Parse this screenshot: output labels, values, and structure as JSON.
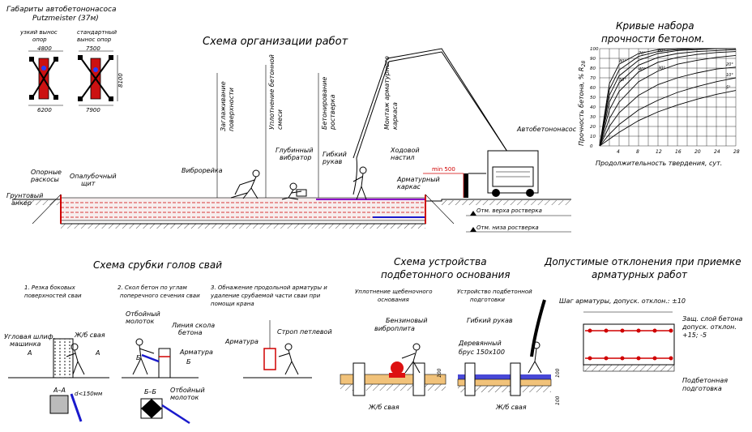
{
  "dimensions": {
    "title": "Габариты автобетононасоса",
    "model": "Putzmeister (37м)",
    "narrow_label": [
      "узкий вынос",
      "опор"
    ],
    "standard_label": [
      "стандартный",
      "вынос опор"
    ],
    "n_top": "4800",
    "n_bottom": "6200",
    "s_top": "7500",
    "s_bottom": "7900",
    "s_side": "8100"
  },
  "main": {
    "title": "Схема организации работ",
    "vertical_labels": [
      [
        "Заглаживание",
        "поверхности"
      ],
      [
        "Уплотнение бетонной",
        "смеси"
      ],
      [
        "Бетонирование",
        "ростверка"
      ],
      [
        "Монтаж арматурного",
        "каркаса"
      ]
    ],
    "vibro": "Виброрейка",
    "deep": [
      "Глубинный",
      "вибратор"
    ],
    "hose": [
      "Гибкий",
      "рукав"
    ],
    "walk": [
      "Ходовой",
      "настил"
    ],
    "rebar": [
      "Арматурный",
      "каркас"
    ],
    "pump": "Автобетононасос",
    "min": "min 500",
    "braces": [
      "Опорные",
      "раскосы"
    ],
    "shield": [
      "Опалубочный",
      "щит"
    ],
    "anchor": [
      "Грунтовый",
      "анкер"
    ],
    "top_mark": "Отм. верха ростверка",
    "bottom_mark": "Отм. низа ростверка"
  },
  "curves": {
    "title": [
      "Кривые набора",
      "прочности бетоном."
    ],
    "ylabel": "Прочность бетона, % R",
    "ylabel_sub": "28",
    "xlabel": "Продолжительность твердения, сут.",
    "x_ticks": [
      "4",
      "8",
      "12",
      "16",
      "20",
      "24",
      "28"
    ],
    "y_ticks": [
      "0",
      "10",
      "20",
      "30",
      "40",
      "50",
      "60",
      "70",
      "80",
      "90",
      "100"
    ],
    "temps": [
      "20°",
      "10°",
      "5°",
      "30°",
      "40°",
      "50°",
      "60°",
      "70°",
      "80°"
    ]
  },
  "chart_data": {
    "type": "line",
    "title": "Кривые набора прочности бетоном.",
    "xlabel": "Продолжительность твердения, сут.",
    "ylabel": "Прочность бетона, % R28",
    "xlim": [
      0,
      28
    ],
    "ylim": [
      0,
      100
    ],
    "grid": true,
    "x": [
      0,
      2,
      4,
      8,
      12,
      16,
      20,
      24,
      28
    ],
    "series": [
      {
        "name": "80°",
        "values": [
          0,
          64,
          84,
          95,
          99,
          100,
          100,
          100,
          100
        ]
      },
      {
        "name": "70°",
        "values": [
          0,
          58,
          78,
          92,
          97,
          99,
          100,
          100,
          100
        ]
      },
      {
        "name": "60°",
        "values": [
          0,
          52,
          72,
          88,
          95,
          98,
          99,
          100,
          100
        ]
      },
      {
        "name": "50°",
        "values": [
          0,
          45,
          65,
          83,
          91,
          95,
          97,
          98,
          99
        ]
      },
      {
        "name": "40°",
        "values": [
          0,
          37,
          56,
          76,
          86,
          91,
          94,
          96,
          97
        ]
      },
      {
        "name": "30°",
        "values": [
          0,
          28,
          45,
          66,
          77,
          84,
          88,
          91,
          93
        ]
      },
      {
        "name": "20°",
        "values": [
          0,
          20,
          34,
          52,
          63,
          70,
          75,
          79,
          81
        ]
      },
      {
        "name": "10°",
        "values": [
          0,
          12,
          22,
          37,
          47,
          55,
          61,
          66,
          70
        ]
      },
      {
        "name": "5°",
        "values": [
          0,
          7,
          14,
          26,
          35,
          42,
          48,
          53,
          57
        ]
      }
    ]
  },
  "piles": {
    "title": "Схема срубки голов свай",
    "step1": [
      "1. Резка боковых",
      "поверхностей сваи"
    ],
    "step2": [
      "2. Скол бетон по углам",
      "поперечного сечения сваи"
    ],
    "step3": [
      "3. Обнажение продольной арматуры и",
      "удаление срубаемой части сваи при",
      "помощи крана"
    ],
    "grinder": [
      "Угловая шлиф.",
      "машинка"
    ],
    "rc_pile": "Ж/б свая",
    "hammer": [
      "Отбойный",
      "молоток"
    ],
    "chip_line": [
      "Линия скола",
      "бетона"
    ],
    "rebar": "Арматура",
    "sling": "Строп петлевой",
    "sect_aa": "А–А",
    "sect_bb": "Б–Б",
    "d": "d<150мм",
    "hammer2": [
      "Отбойный",
      "молоток"
    ],
    "a": "А",
    "b": "Б"
  },
  "base": {
    "title": [
      "Схема устройства",
      "подбетонного основания"
    ],
    "left_cap": [
      "Уплотнение щебеночного",
      "основания"
    ],
    "right_cap": [
      "Устройство подбетонной",
      "подготовки"
    ],
    "vibro": [
      "Бензиновый",
      "виброплита"
    ],
    "hose": "Гибкий рукав",
    "board": [
      "Деревянный",
      "брус 150х100"
    ],
    "pile": "Ж/б свая",
    "dim": "100"
  },
  "tolerance": {
    "title": [
      "Допустимые отклонения при приемке",
      "арматурных работ"
    ],
    "step": "Шаг арматуры, допуск. отклон.: ±10",
    "cover": [
      "Защ. слой бетона",
      "допуск. отклон.",
      "+15; -5"
    ],
    "prep": [
      "Подбетонная",
      "подготовка"
    ]
  },
  "colors": {
    "red": "#d00000",
    "blue": "#1a1acc",
    "purple": "#8a00c8",
    "ink": "#000000"
  }
}
